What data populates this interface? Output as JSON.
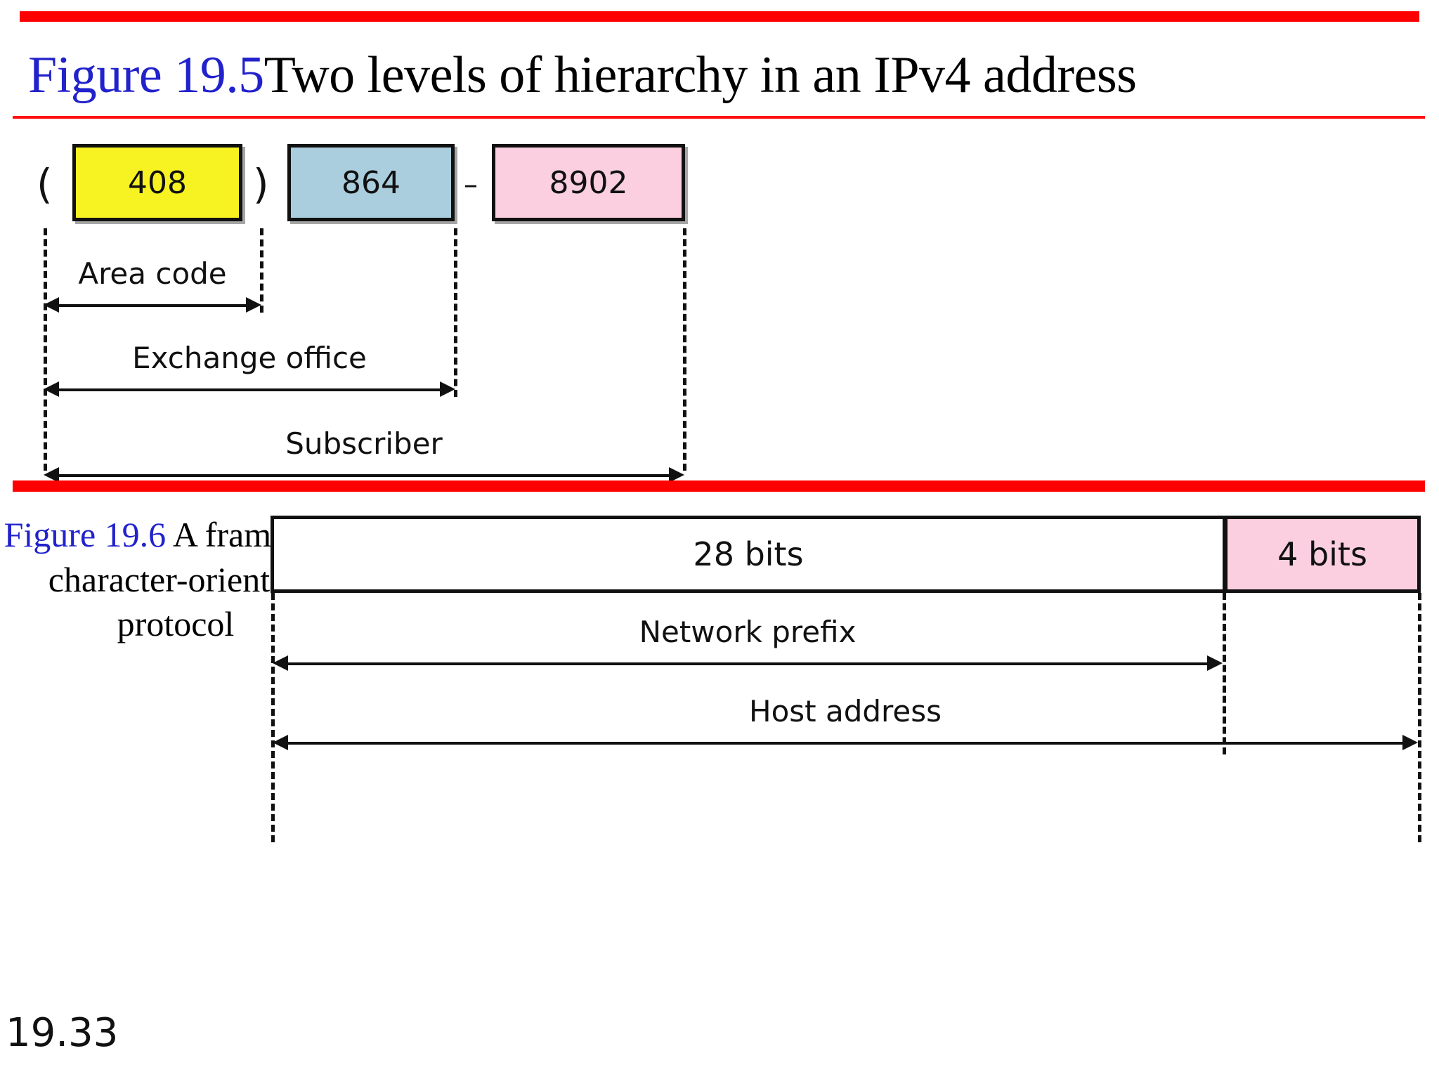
{
  "slide": {
    "page_number": "19.33",
    "accent_red": "#ff0000",
    "accent_blue": "#2222cc"
  },
  "figure1": {
    "caption_number": "Figure 19.5",
    "caption_text": "Two levels of hierarchy in an IPv4 address",
    "open_paren": "(",
    "close_paren": ")",
    "separator_dash": "–",
    "boxes": [
      {
        "label": "408",
        "color": "#f7f221",
        "name": "area-code"
      },
      {
        "label": "864",
        "color": "#aacede",
        "name": "exchange-office"
      },
      {
        "label": "8902",
        "color": "#fbcfdf",
        "name": "subscriber"
      }
    ],
    "measures": [
      {
        "label": "Area code"
      },
      {
        "label": "Exchange office"
      },
      {
        "label": "Subscriber"
      }
    ]
  },
  "figure2": {
    "caption_number": "Figure 19.6",
    "caption_text": "A frame in a character-oriented protocol",
    "boxes": [
      {
        "label": "28 bits",
        "color": "#ffffff",
        "name": "network-prefix-field"
      },
      {
        "label": "4 bits",
        "color": "#fbcfdf",
        "name": "host-suffix-field"
      }
    ],
    "measures": [
      {
        "label": "Network prefix"
      },
      {
        "label": "Host address"
      }
    ]
  }
}
